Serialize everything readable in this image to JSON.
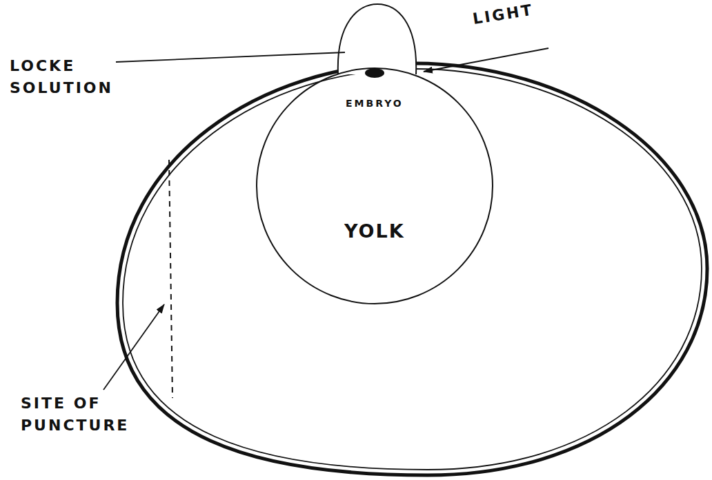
{
  "diagram": {
    "nodes": [
      {
        "text": [
          "EMBRYO",
          "YOLK"
        ]
      }
    ],
    "labels": [
      "LOCKE SOLUTION",
      "LIGHT",
      "SITE OF PUNCTURE"
    ]
  }
}
